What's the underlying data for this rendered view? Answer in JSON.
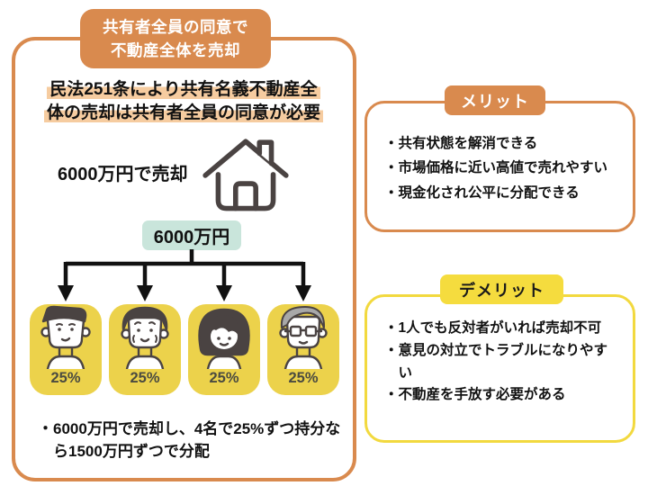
{
  "colors": {
    "accent_orange": "#D98A4E",
    "demerit_yellow": "#F5DC3E",
    "avatar_yellow": "#ECD24B",
    "amount_teal": "#C9E5DB",
    "highlight_peach": "#F6CCA0",
    "line_black": "#111111",
    "icon_stroke": "#4A4342"
  },
  "diagram": {
    "title_line1": "共有者全員の同意で",
    "title_line2": "不動産全体を売却",
    "law_note_line1": "民法251条により共有名義不動産全",
    "law_note_line2": "体の売却は共有者全員の同意が必要",
    "sale_label": "6000万円で売却",
    "amount_label": "6000万円",
    "house_icon": "house-icon",
    "owners": [
      {
        "share": "25%",
        "persona": "man-dark-hair-icon"
      },
      {
        "share": "25%",
        "persona": "man-round-hair-icon"
      },
      {
        "share": "25%",
        "persona": "woman-bob-hair-icon"
      },
      {
        "share": "25%",
        "persona": "elder-glasses-icon"
      }
    ],
    "footnote": "6000万円で売却し、4名で25%ずつ持分なら1500万円ずつで分配"
  },
  "merit": {
    "title": "メリット",
    "items": [
      "共有状態を解消できる",
      "市場価格に近い高値で売れやすい",
      "現金化され公平に分配できる"
    ]
  },
  "demerit": {
    "title": "デメリット",
    "items": [
      "1人でも反対者がいれば売却不可",
      "意見の対立でトラブルになりやすい",
      "不動産を手放す必要がある"
    ]
  },
  "marks": {
    "bullet": "・"
  }
}
